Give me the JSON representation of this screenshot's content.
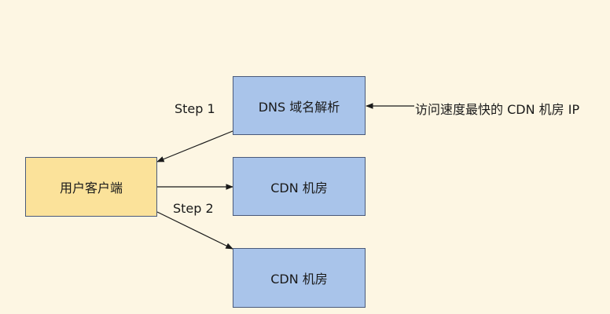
{
  "nodes": {
    "dns": "DNS 域名解析",
    "client": "用户客户端",
    "cdn1": "CDN 机房",
    "cdn2": "CDN 机房"
  },
  "labels": {
    "step1": "Step 1",
    "step2": "Step 2",
    "annotation": "访问速度最快的 CDN 机房 IP"
  },
  "colors": {
    "background": "#fdf6e3",
    "node_blue": "#a9c4ea",
    "node_yellow": "#fbe29a",
    "line": "#1a1a1a"
  }
}
